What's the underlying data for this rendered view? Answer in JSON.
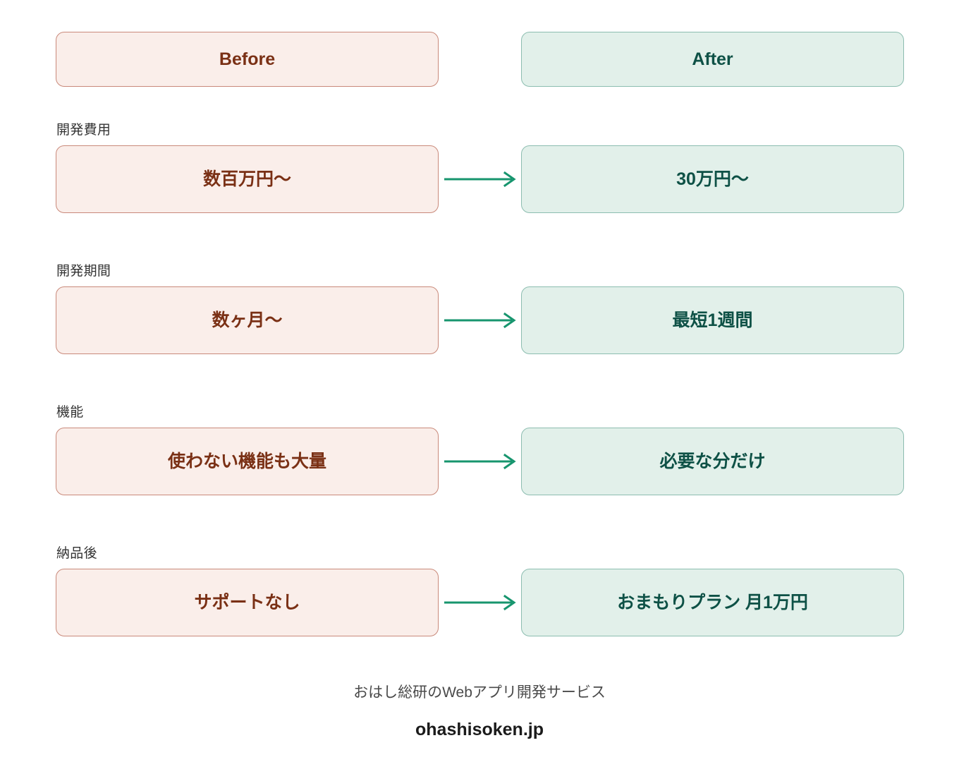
{
  "headers": {
    "before_label": "Before",
    "after_label": "After"
  },
  "colors": {
    "before_fill": "#faeeea",
    "before_border": "#c9897a",
    "before_text": "#7a3015",
    "after_fill": "#e2f0ea",
    "after_border": "#8cbdb0",
    "after_text": "#0e5146",
    "arrow": "#17956e",
    "label_text": "#333333",
    "background": "#ffffff"
  },
  "rows": [
    {
      "label": "開発費用",
      "before": "数百万円〜",
      "after": "30万円〜",
      "arrow": "arrow-right-icon"
    },
    {
      "label": "開発期間",
      "before": "数ヶ月〜",
      "after": "最短1週間",
      "arrow": "arrow-right-icon"
    },
    {
      "label": "機能",
      "before": "使わない機能も大量",
      "after": "必要な分だけ",
      "arrow": "arrow-right-icon"
    },
    {
      "label": "納品後",
      "before": "サポートなし",
      "after": "おまもりプラン 月1万円",
      "arrow": "arrow-right-icon"
    }
  ],
  "footer": {
    "tagline": "おはし総研のWebアプリ開発サービス",
    "url": "ohashisoken.jp"
  }
}
